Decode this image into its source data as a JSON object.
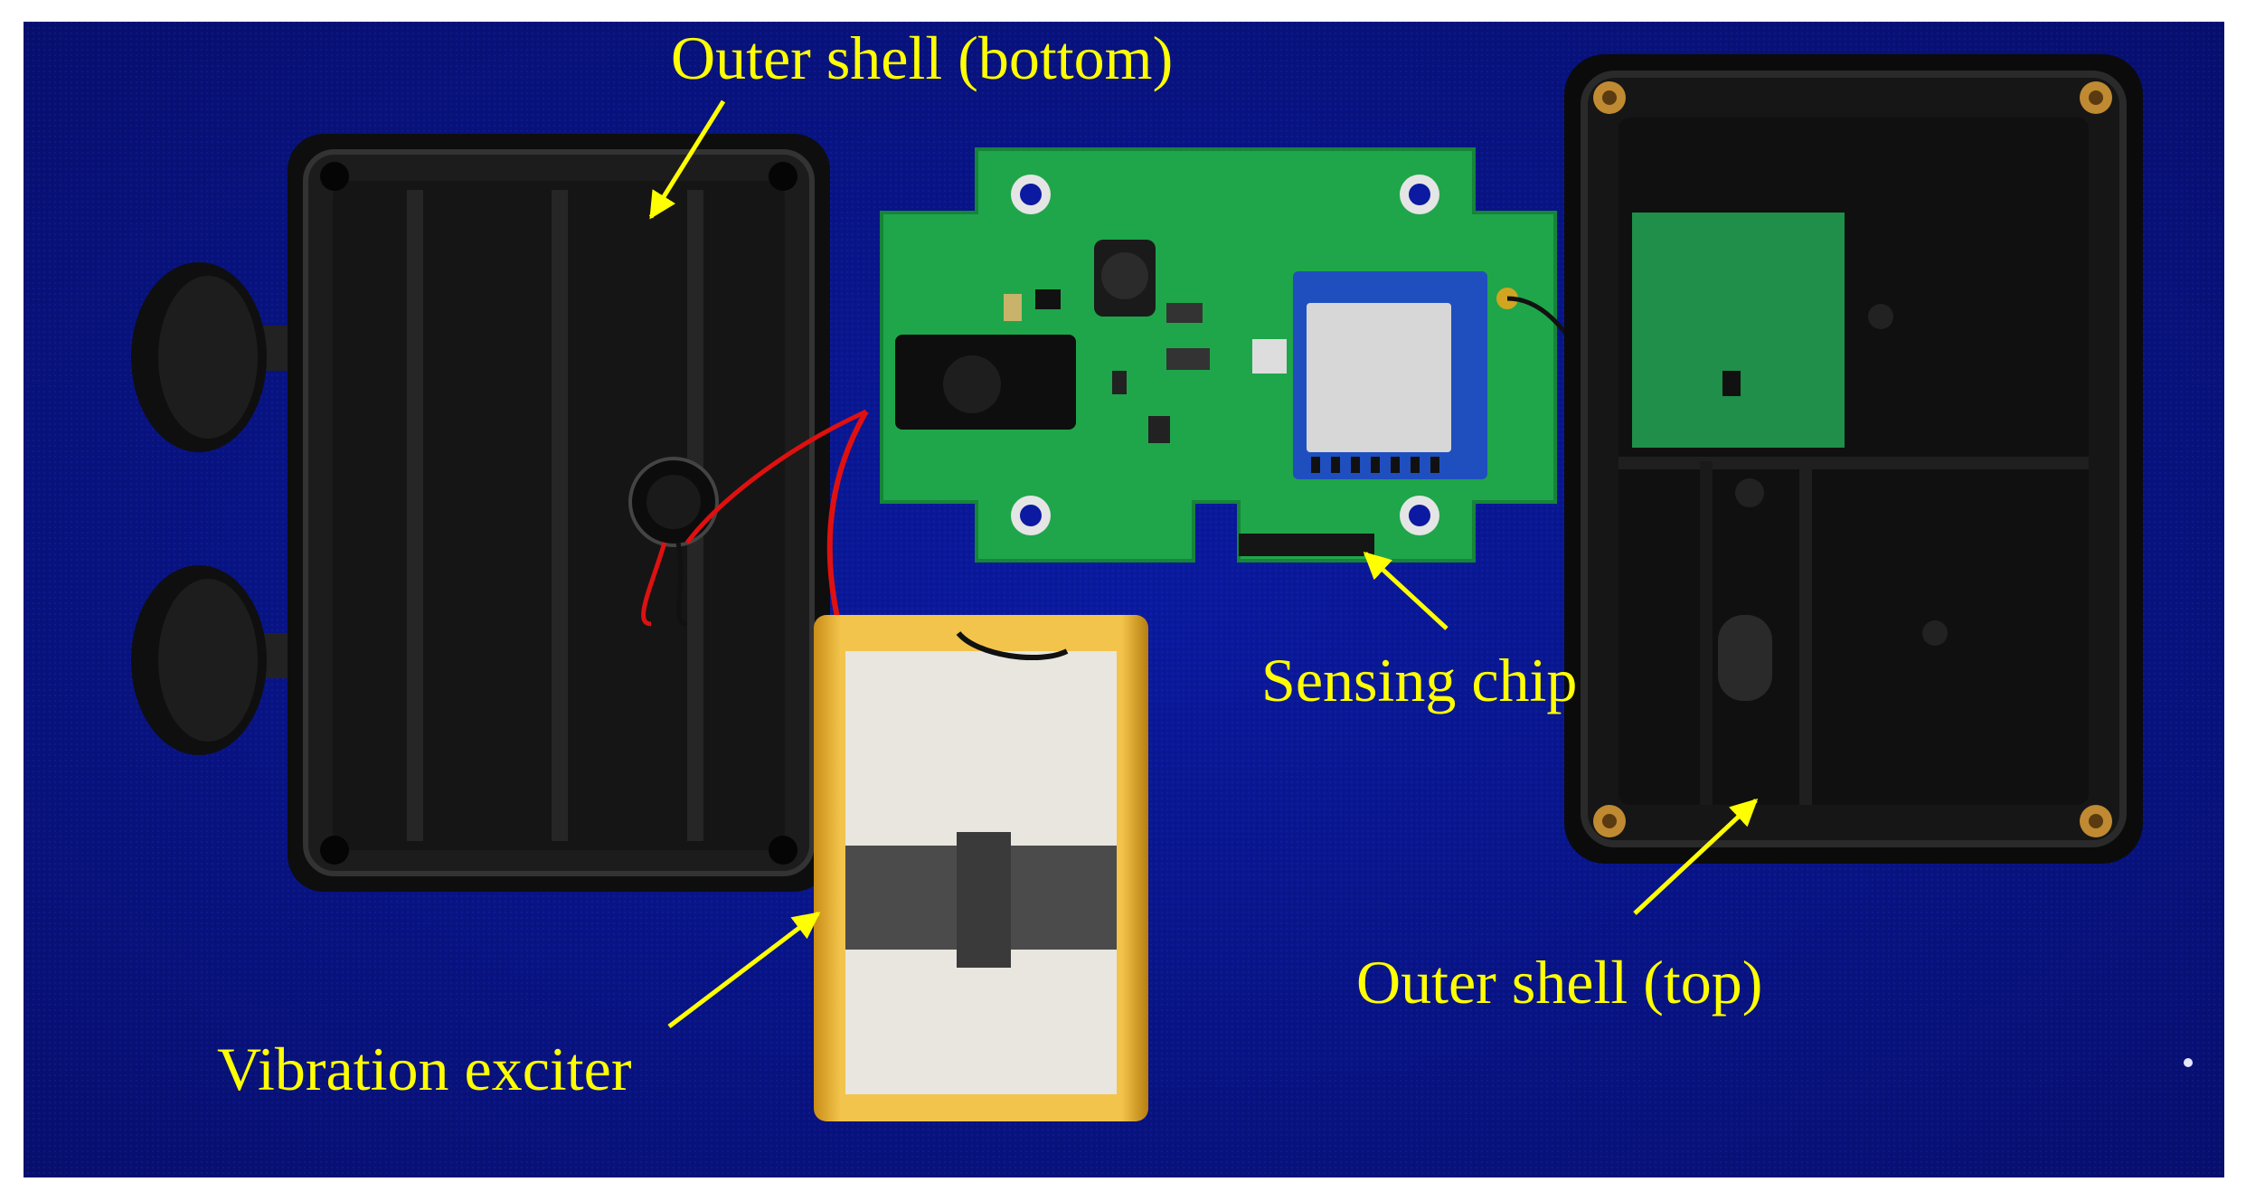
{
  "labels": {
    "outer_shell_bottom": "Outer shell (bottom)",
    "sensing_chip": "Sensing chip",
    "outer_shell_top": "Outer shell (top)",
    "vibration_exciter": "Vibration exciter"
  },
  "colors": {
    "background": "#0b1aa6",
    "label": "#ffff00",
    "pcb": "#1fa64a",
    "shell": "#151515",
    "battery": "#e8b73a"
  }
}
